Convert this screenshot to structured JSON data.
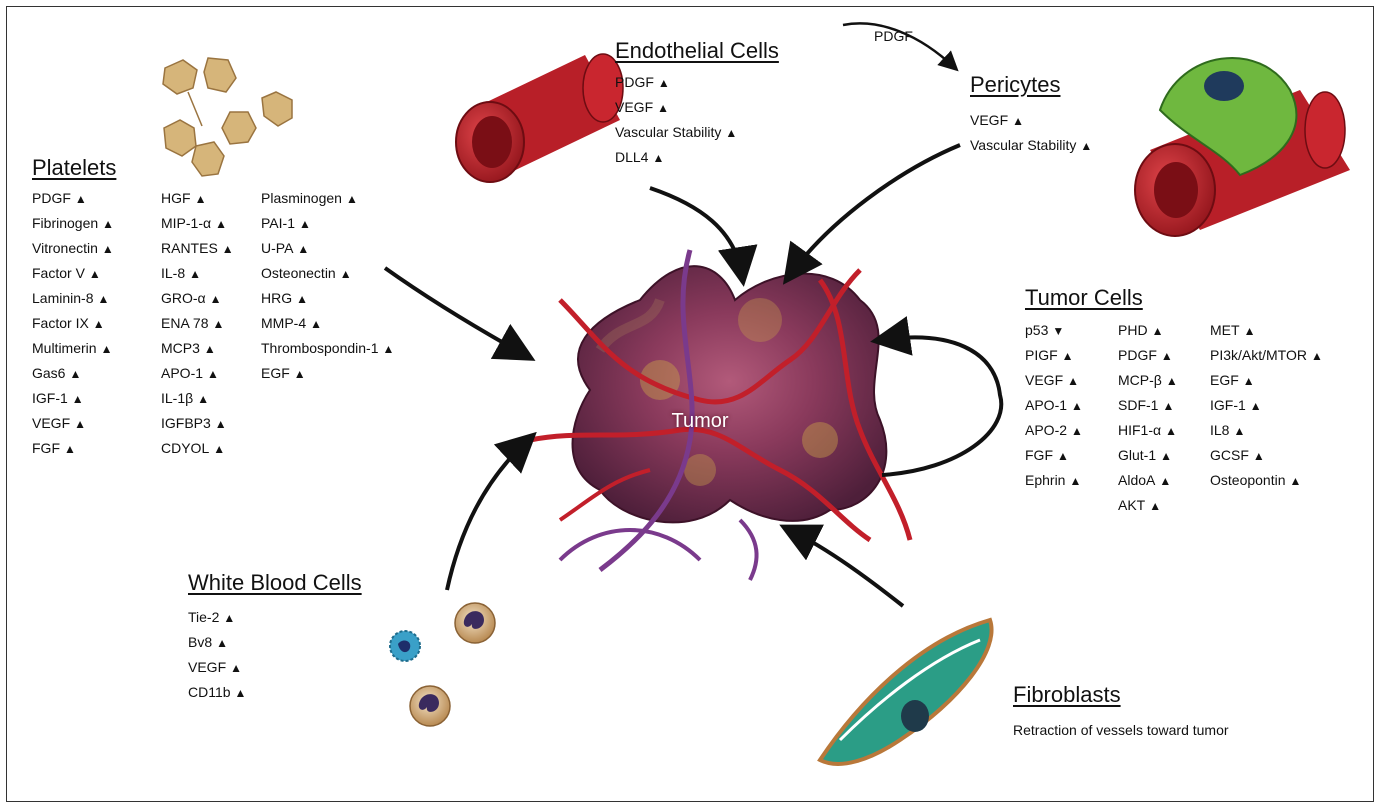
{
  "up_arrow": "▲",
  "down_arrow": "▼",
  "tumor_label": "Tumor",
  "colors": {
    "vessel_red": "#c21f2a",
    "vessel_purple": "#7a3a8c",
    "pericyte_green": "#5fa83a",
    "fibro_teal": "#2b9d86",
    "platelet_tan": "#c9a25e"
  },
  "platelets": {
    "title": "Platelets",
    "col1": [
      "PDGF",
      "Fibrinogen",
      "Vitronectin",
      "Factor V",
      "Laminin-8",
      "Factor IX",
      "Multimerin",
      "Gas6",
      "IGF-1",
      "VEGF",
      "FGF"
    ],
    "col2": [
      "HGF",
      "MIP-1-α",
      "RANTES",
      "IL-8",
      "GRO-α",
      "ENA 78",
      "MCP3",
      "APO-1",
      "IL-1β",
      "IGFBP3",
      "CDYOL"
    ],
    "col3": [
      "Plasminogen",
      "PAI-1",
      "U-PA",
      "Osteonectin",
      "HRG",
      "MMP-4",
      "Thrombospondin-1",
      "EGF"
    ]
  },
  "endothelial": {
    "title": "Endothelial Cells",
    "items": [
      "PDGF",
      "VEGF",
      "Vascular Stability",
      "DLL4"
    ]
  },
  "pdgf_arrow_label": "PDGF",
  "pericytes": {
    "title": "Pericytes",
    "items": [
      "VEGF",
      "Vascular Stability"
    ]
  },
  "tumor_cells": {
    "title": "Tumor Cells",
    "col1": [
      {
        "label": "p53",
        "dir": "down"
      },
      {
        "label": "PIGF",
        "dir": "up"
      },
      {
        "label": "VEGF",
        "dir": "up"
      },
      {
        "label": "APO-1",
        "dir": "up"
      },
      {
        "label": "APO-2",
        "dir": "up"
      },
      {
        "label": "FGF",
        "dir": "up"
      },
      {
        "label": "Ephrin",
        "dir": "up"
      }
    ],
    "col2": [
      "PHD",
      "PDGF",
      "MCP-β",
      "SDF-1",
      "HIF1-α",
      "Glut-1",
      "AldoA",
      "AKT"
    ],
    "col3": [
      "MET",
      "PI3k/Akt/MTOR",
      "EGF",
      "IGF-1",
      "IL8",
      "GCSF",
      "Osteopontin"
    ]
  },
  "white_blood_cells": {
    "title": "White Blood Cells",
    "items": [
      "Tie-2",
      "Bv8",
      "VEGF",
      "CD11b"
    ]
  },
  "fibroblasts": {
    "title": "Fibroblasts",
    "description": "Retraction of vessels toward tumor"
  }
}
